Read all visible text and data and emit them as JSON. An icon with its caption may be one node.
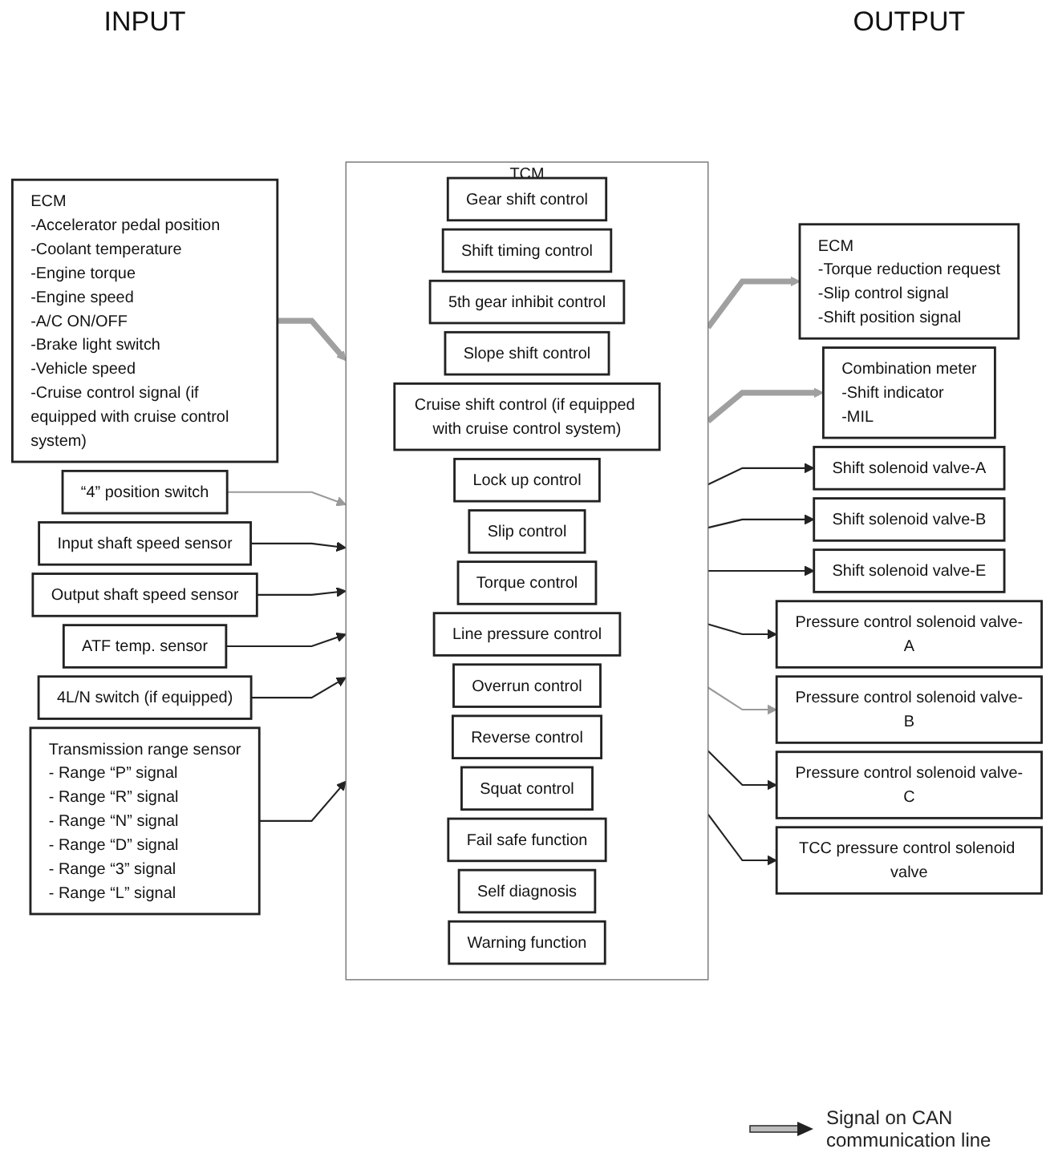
{
  "diagram": {
    "nodes": [
      {
        "text": [
          "ECM",
          "-Accelerator pedal position",
          "-Coolant temperature",
          "-Engine torque",
          "-Engine speed",
          "-A/C ON/OFF",
          "-Brake light switch",
          "-Vehicle speed",
          "-Cruise control signal (if equipped with cruise control system)"
        ]
      },
      {
        "text": [
          "“4” position switch"
        ]
      },
      {
        "text": [
          "Input shaft speed sensor"
        ]
      },
      {
        "text": [
          "Output shaft speed sensor"
        ]
      },
      {
        "text": [
          "ATF temp. sensor"
        ]
      },
      {
        "text": [
          "4L/N switch (if equipped)"
        ]
      },
      {
        "text": [
          "Transmission range sensor",
          "- Range “P” signal",
          "- Range “R” signal",
          "- Range “N” signal",
          "- Range “D” signal",
          "- Range “3” signal",
          "- Range “L” signal"
        ]
      },
      {
        "text": [
          "TCM"
        ]
      },
      {
        "text": [
          "Gear shift control"
        ],
        "in": 7
      },
      {
        "text": [
          "Shift timing control"
        ],
        "in": 7
      },
      {
        "text": [
          "5th gear inhibit control"
        ],
        "in": 7
      },
      {
        "text": [
          "Slope shift control"
        ],
        "in": 7
      },
      {
        "text": [
          "Cruise shift control (if equipped with cruise control system)"
        ],
        "in": 7
      },
      {
        "text": [
          "Lock up control"
        ],
        "in": 7
      },
      {
        "text": [
          "Slip control"
        ],
        "in": 7
      },
      {
        "text": [
          "Torque control"
        ],
        "in": 7
      },
      {
        "text": [
          "Line pressure control"
        ],
        "in": 7
      },
      {
        "text": [
          "Overrun control"
        ],
        "in": 7
      },
      {
        "text": [
          "Reverse control"
        ],
        "in": 7
      },
      {
        "text": [
          "Squat control"
        ],
        "in": 7
      },
      {
        "text": [
          "Fail safe function"
        ],
        "in": 7
      },
      {
        "text": [
          "Self diagnosis"
        ],
        "in": 7
      },
      {
        "text": [
          "Warning function"
        ],
        "in": 7
      },
      {
        "text": [
          "ECM",
          "-Torque reduction request",
          "-Slip control signal",
          "-Shift position signal"
        ]
      },
      {
        "text": [
          "Combination meter",
          "-Shift indicator",
          "-MIL"
        ]
      },
      {
        "text": [
          "Shift solenoid valve-A"
        ]
      },
      {
        "text": [
          "Shift solenoid valve-B"
        ]
      },
      {
        "text": [
          "Shift solenoid valve-E"
        ]
      },
      {
        "text": [
          "Pressure control solenoid valve-A"
        ]
      },
      {
        "text": [
          "Pressure control solenoid valve-B"
        ]
      },
      {
        "text": [
          "Pressure control solenoid valve-C"
        ]
      },
      {
        "text": [
          "TCC pressure control solenoid valve"
        ]
      }
    ],
    "edges": [
      {
        "from": 0,
        "to": 7,
        "arrow": "to",
        "style": "thick",
        "color": "#a0a0a0"
      },
      {
        "from": 1,
        "to": 7,
        "arrow": "to",
        "color": "#9a9a9a"
      },
      {
        "from": 2,
        "to": 7,
        "arrow": "to"
      },
      {
        "from": 3,
        "to": 7,
        "arrow": "to"
      },
      {
        "from": 4,
        "to": 7,
        "arrow": "to"
      },
      {
        "from": 5,
        "to": 7,
        "arrow": "to"
      },
      {
        "from": 6,
        "to": 7,
        "arrow": "to"
      },
      {
        "from": 7,
        "to": 23,
        "arrow": "to",
        "style": "thick",
        "color": "#a0a0a0"
      },
      {
        "from": 7,
        "to": 24,
        "arrow": "to",
        "style": "thick",
        "color": "#a0a0a0"
      },
      {
        "from": 7,
        "to": 25,
        "arrow": "to"
      },
      {
        "from": 7,
        "to": 26,
        "arrow": "to"
      },
      {
        "from": 7,
        "to": 27,
        "arrow": "to"
      },
      {
        "from": 7,
        "to": 28,
        "arrow": "to"
      },
      {
        "from": 7,
        "to": 29,
        "arrow": "to",
        "color": "#9a9a9a"
      },
      {
        "from": 7,
        "to": 30,
        "arrow": "to"
      },
      {
        "from": 7,
        "to": 31,
        "arrow": "to"
      }
    ],
    "labels": [
      "INPUT",
      "OUTPUT"
    ],
    "legend": [
      {
        "text": "Signal on CAN communication line"
      }
    ]
  }
}
